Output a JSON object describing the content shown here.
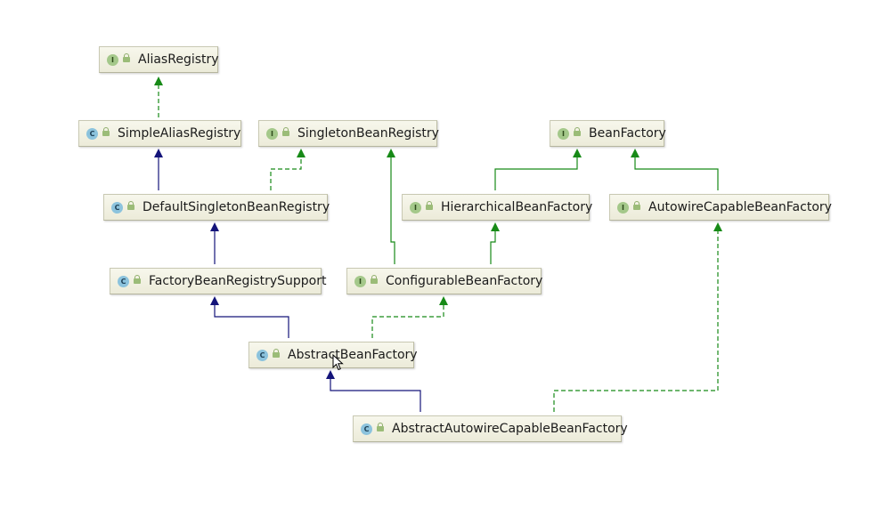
{
  "diagram": {
    "nodes": [
      {
        "id": "AliasRegistry",
        "kind": "I",
        "label": "AliasRegistry"
      },
      {
        "id": "SimpleAliasRegistry",
        "kind": "C",
        "label": "SimpleAliasRegistry"
      },
      {
        "id": "SingletonBeanRegistry",
        "kind": "I",
        "label": "SingletonBeanRegistry"
      },
      {
        "id": "BeanFactory",
        "kind": "I",
        "label": "BeanFactory"
      },
      {
        "id": "DefaultSingletonBeanRegistry",
        "kind": "C",
        "label": "DefaultSingletonBeanRegistry"
      },
      {
        "id": "HierarchicalBeanFactory",
        "kind": "I",
        "label": "HierarchicalBeanFactory"
      },
      {
        "id": "AutowireCapableBeanFactory",
        "kind": "I",
        "label": "AutowireCapableBeanFactory"
      },
      {
        "id": "FactoryBeanRegistrySupport",
        "kind": "C",
        "label": "FactoryBeanRegistrySupport"
      },
      {
        "id": "ConfigurableBeanFactory",
        "kind": "I",
        "label": "ConfigurableBeanFactory"
      },
      {
        "id": "AbstractBeanFactory",
        "kind": "C",
        "label": "AbstractBeanFactory"
      },
      {
        "id": "AbstractAutowireCapableBeanFactory",
        "kind": "C",
        "label": "AbstractAutowireCapableBeanFactory"
      }
    ],
    "edges": [
      {
        "from": "SimpleAliasRegistry",
        "to": "AliasRegistry",
        "type": "implements"
      },
      {
        "from": "DefaultSingletonBeanRegistry",
        "to": "SimpleAliasRegistry",
        "type": "extends"
      },
      {
        "from": "DefaultSingletonBeanRegistry",
        "to": "SingletonBeanRegistry",
        "type": "implements"
      },
      {
        "from": "FactoryBeanRegistrySupport",
        "to": "DefaultSingletonBeanRegistry",
        "type": "extends"
      },
      {
        "from": "HierarchicalBeanFactory",
        "to": "BeanFactory",
        "type": "interface-extends"
      },
      {
        "from": "AutowireCapableBeanFactory",
        "to": "BeanFactory",
        "type": "interface-extends"
      },
      {
        "from": "ConfigurableBeanFactory",
        "to": "SingletonBeanRegistry",
        "type": "interface-extends"
      },
      {
        "from": "ConfigurableBeanFactory",
        "to": "HierarchicalBeanFactory",
        "type": "interface-extends"
      },
      {
        "from": "AbstractBeanFactory",
        "to": "FactoryBeanRegistrySupport",
        "type": "extends"
      },
      {
        "from": "AbstractBeanFactory",
        "to": "ConfigurableBeanFactory",
        "type": "implements"
      },
      {
        "from": "AbstractAutowireCapableBeanFactory",
        "to": "AbstractBeanFactory",
        "type": "extends"
      },
      {
        "from": "AbstractAutowireCapableBeanFactory",
        "to": "AutowireCapableBeanFactory",
        "type": "implements"
      }
    ],
    "colors": {
      "extends": "#14147a",
      "implements": "#178a17",
      "interface-extends": "#178a17",
      "interface_badge": "#a4c88a",
      "class_badge": "#8cc3dd",
      "node_bg": "#f2f2e4"
    }
  }
}
